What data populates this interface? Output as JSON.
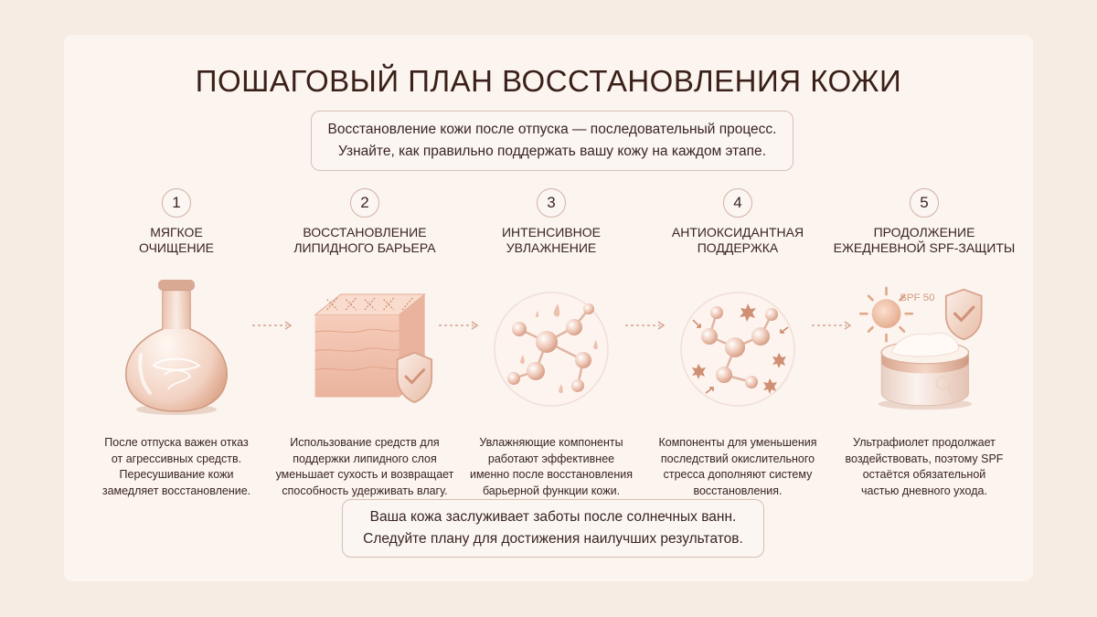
{
  "title": "ПОШАГОВЫЙ ПЛАН ВОССТАНОВЛЕНИЯ КОЖИ",
  "intro": {
    "line1": "Восстановление кожи после отпуска — последовательный процесс.",
    "line2": "Узнайте, как правильно поддержать вашу кожу на каждом этапе."
  },
  "steps": [
    {
      "number": "1",
      "title": [
        "МЯГКОЕ",
        "ОЧИЩЕНИЕ"
      ],
      "icon": "flask-icon",
      "description": [
        "После отпуска важен отказ",
        "от агрессивных средств.",
        "Пересушивание кожи",
        "замедляет восстановление."
      ]
    },
    {
      "number": "2",
      "title": [
        "ВОССТАНОВЛЕНИЕ",
        "ЛИПИДНОГО БАРЬЕРА"
      ],
      "icon": "skin-barrier-shield-icon",
      "description": [
        "Использование средств для",
        "поддержки липидного слоя",
        "уменьшает сухость и возвращает",
        "способность удерживать влагу."
      ]
    },
    {
      "number": "3",
      "title": [
        "ИНТЕНСИВНОЕ",
        "УВЛАЖНЕНИЕ"
      ],
      "icon": "molecules-droplets-icon",
      "description": [
        "Увлажняющие компоненты",
        "работают эффективнее",
        "именно после восстановления",
        "барьерной функции кожи."
      ]
    },
    {
      "number": "4",
      "title": [
        "АНТИОКСИДАНТНАЯ",
        "ПОДДЕРЖКА"
      ],
      "icon": "antioxidant-molecules-icon",
      "description": [
        "Компоненты для уменьшения",
        "последствий окислительного",
        "стресса дополняют систему",
        "восстановления."
      ]
    },
    {
      "number": "5",
      "title": [
        "ПРОДОЛЖЕНИЕ",
        "ЕЖЕДНЕВНОЙ SPF-ЗАЩИТЫ"
      ],
      "icon": "spf-cream-jar-icon",
      "spf_label": "SPF 50",
      "description": [
        "Ультрафиолет продолжает",
        "воздействовать, поэтому SPF",
        "остаётся обязательной",
        "частью дневного ухода."
      ]
    }
  ],
  "outro": {
    "line1": "Ваша кожа заслуживает заботы после солнечных ванн.",
    "line2": "Следуйте плану для достижения наилучших результатов."
  },
  "colors": {
    "background": "#f7ece4",
    "accent": "#d8a48e",
    "text": "#3a2520",
    "border": "#d8bfb3"
  }
}
